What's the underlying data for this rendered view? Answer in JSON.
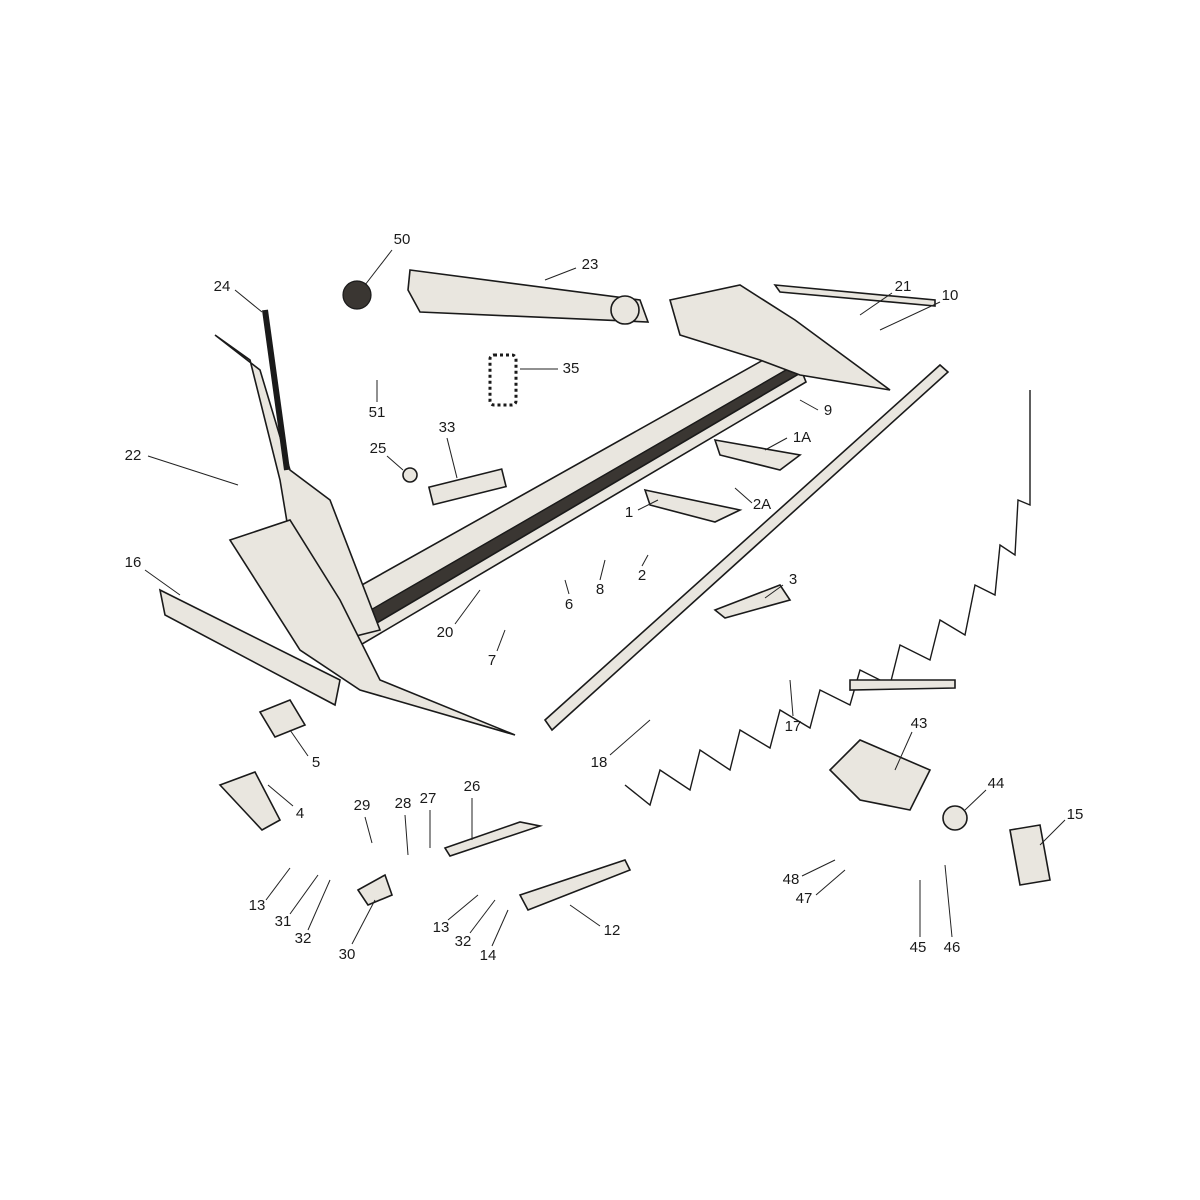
{
  "diagram": {
    "type": "exploded parts diagram",
    "labels": {
      "p50": "50",
      "p23": "23",
      "p24": "24",
      "p21": "21",
      "p10": "10",
      "p35": "35",
      "p51": "51",
      "p9": "9",
      "p22": "22",
      "p33": "33",
      "p25": "25",
      "p1A": "1A",
      "p2A": "2A",
      "p1": "1",
      "p16": "16",
      "p2": "2",
      "p8": "8",
      "p6": "6",
      "p3": "3",
      "p20": "20",
      "p7": "7",
      "p17": "17",
      "p18": "18",
      "p5": "5",
      "p4": "4",
      "p43": "43",
      "p44": "44",
      "p15": "15",
      "p29": "29",
      "p28": "28",
      "p27": "27",
      "p26": "26",
      "p48": "48",
      "p47": "47",
      "p45": "45",
      "p46": "46",
      "p13a": "13",
      "p31": "31",
      "p32a": "32",
      "p30": "30",
      "p13b": "13",
      "p32b": "32",
      "p14": "14",
      "p12": "12"
    }
  }
}
